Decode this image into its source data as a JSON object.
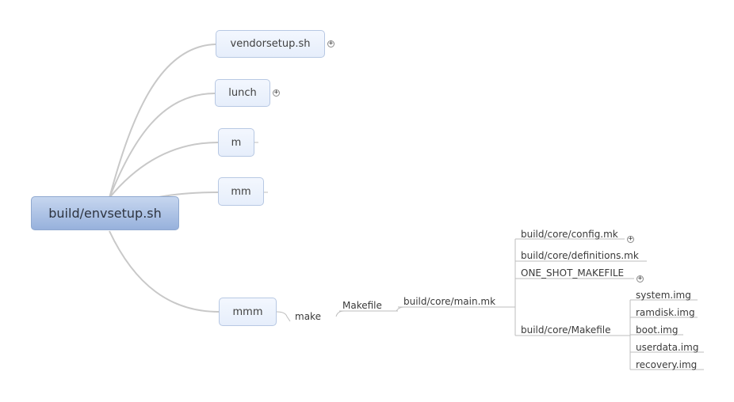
{
  "root": {
    "label": "build/envsetup.sh"
  },
  "children": {
    "vendorsetup": "vendorsetup.sh",
    "lunch": "lunch",
    "m": "m",
    "mm": "mm",
    "mmm": "mmm"
  },
  "chain": {
    "make": "make",
    "makefile": "Makefile",
    "main_mk": "build/core/main.mk"
  },
  "main_mk_children": {
    "config": "build/core/config.mk",
    "definitions": "build/core/definitions.mk",
    "one_shot": "ONE_SHOT_MAKEFILE",
    "core_makefile": "build/core/Makefile"
  },
  "images": [
    "system.img",
    "ramdisk.img",
    "boot.img",
    "userdata.img",
    "recovery.img"
  ],
  "expand_glyph": "+"
}
